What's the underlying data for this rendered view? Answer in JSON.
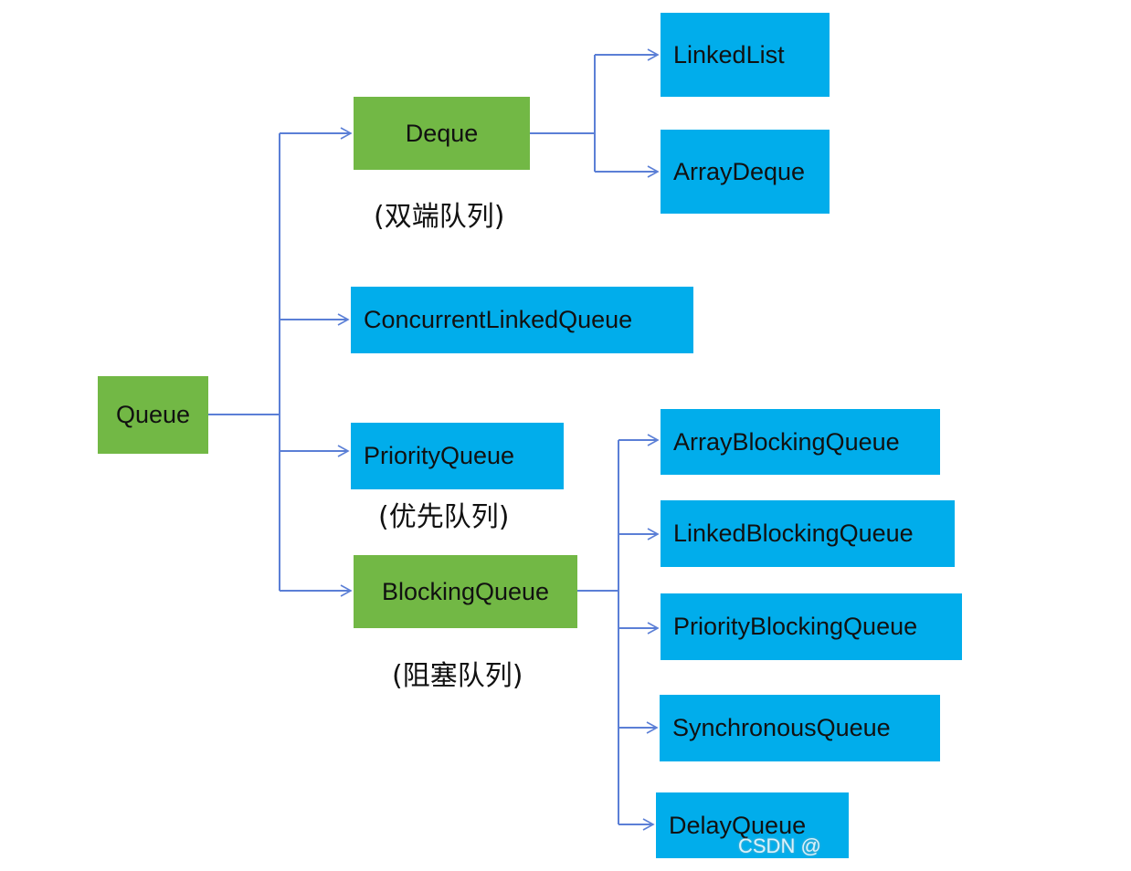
{
  "colors": {
    "interface": "#72b845",
    "implementation": "#01adeb",
    "connector": "#5b7fd6"
  },
  "nodes": {
    "queue": "Queue",
    "deque": "Deque",
    "linked_list": "LinkedList",
    "array_deque": "ArrayDeque",
    "concurrent_linked_queue": "ConcurrentLinkedQueue",
    "priority_queue": "PriorityQueue",
    "blocking_queue": "BlockingQueue",
    "array_blocking_queue": "ArrayBlockingQueue",
    "linked_blocking_queue": "LinkedBlockingQueue",
    "priority_blocking_queue": "PriorityBlockingQueue",
    "synchronous_queue": "SynchronousQueue",
    "delay_queue": "DelayQueue"
  },
  "captions": {
    "deque": "(双端队列)",
    "priority_queue": "(优先队列)",
    "blocking_queue": "(阻塞队列)"
  },
  "watermark": "CSDN @"
}
